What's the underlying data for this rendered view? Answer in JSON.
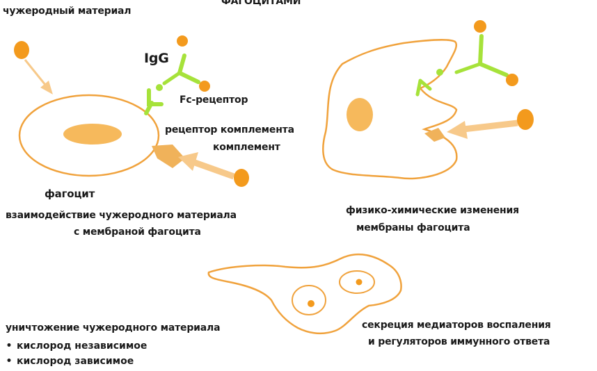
{
  "title_partial": "ФАГОЦИТАМИ",
  "labels": {
    "foreign_material": "чужеродный материал",
    "igg": "IgG",
    "fc_receptor": "Fc-рецептор",
    "complement_receptor": "рецептор комплемента",
    "complement": "комплемент",
    "phagocyte": "фагоцит",
    "interaction_line1": "взаимодействие чужеродного материала",
    "interaction_line2": "с мембраной фагоцита",
    "changes_line1": "физико-химические изменения",
    "changes_line2": "мембраны фагоцита",
    "destruction": "уничтожение чужеродного  материала",
    "secretion_line1": "секреция медиаторов воспаления",
    "secretion_line2": "и регуляторов иммунного ответа"
  },
  "bullets": [
    "кислород независимое",
    "кислород зависимое"
  ],
  "colors": {
    "cell_outline": "#f0a23c",
    "nucleus": "#f6b95c",
    "particle": "#f39a1d",
    "arrow": "#f7c98a",
    "antibody": "#a6e23a",
    "complement": "#f0b25a",
    "text": "#1a1a1a"
  }
}
